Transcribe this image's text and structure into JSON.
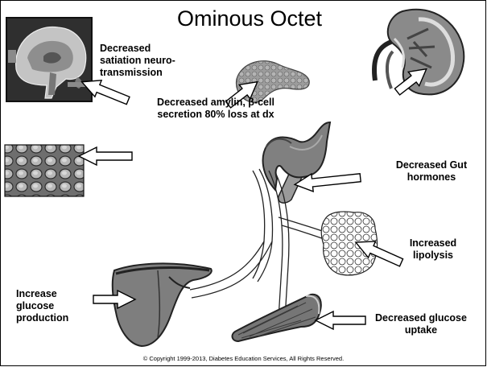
{
  "title": "Ominous Octet",
  "labels": {
    "brain": "Decreased satiation neuro-transmission",
    "pancreas": "Decreased amylin, β-cell secretion 80% loss at dx",
    "gut": "Decreased Gut hormones",
    "lipolysis": "Increased lipolysis",
    "liver": "Increase glucose production",
    "muscle": "Decreased glucose uptake"
  },
  "copyright": "© Copyright 1999-2013, Diabetes Education Services, All Rights Reserved.",
  "icons": [
    "brain-icon",
    "kidney-icon",
    "pancreas-icon",
    "islet-cells-icon",
    "stomach-icon",
    "adipose-tissue-icon",
    "liver-icon",
    "muscle-icon",
    "arrow-icon"
  ],
  "colors": {
    "organ_fill": "#8a8a8a",
    "dark": "#3a3a3a",
    "arrow_fill": "#ffffff"
  }
}
